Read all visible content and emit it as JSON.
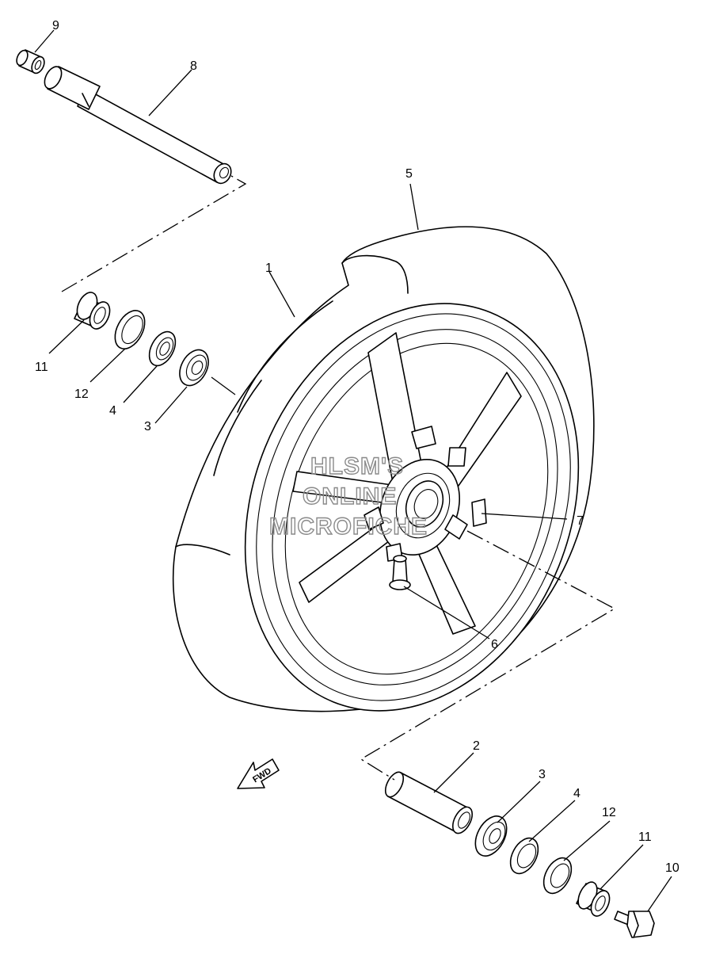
{
  "callouts": [
    {
      "id": "c9",
      "label": "9"
    },
    {
      "id": "c8",
      "label": "8"
    },
    {
      "id": "c5",
      "label": "5"
    },
    {
      "id": "c1",
      "label": "1"
    },
    {
      "id": "c11a",
      "label": "11"
    },
    {
      "id": "c12a",
      "label": "12"
    },
    {
      "id": "c4a",
      "label": "4"
    },
    {
      "id": "c3a",
      "label": "3"
    },
    {
      "id": "c7",
      "label": "7"
    },
    {
      "id": "c6",
      "label": "6"
    },
    {
      "id": "c2",
      "label": "2"
    },
    {
      "id": "c3b",
      "label": "3"
    },
    {
      "id": "c4b",
      "label": "4"
    },
    {
      "id": "c12b",
      "label": "12"
    },
    {
      "id": "c11b",
      "label": "11"
    },
    {
      "id": "c10",
      "label": "10"
    }
  ],
  "watermark": {
    "line1": "HLSM'S",
    "line2": "ONLINE",
    "line3": "MICROFICHE"
  },
  "fwd_arrow": {
    "text": "FWD"
  }
}
